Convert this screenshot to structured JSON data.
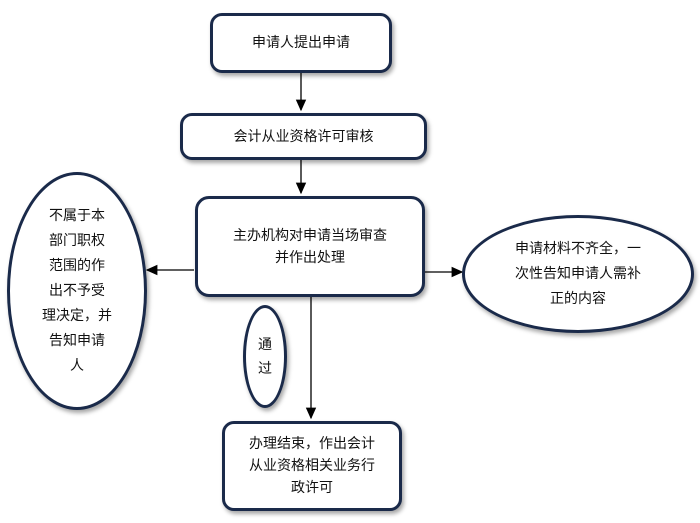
{
  "nodes": {
    "apply": "申请人提出申请",
    "review": "会计从业资格许可审核",
    "onsite": "主办机构对申请当场审查\n并作出处理",
    "reject": "不属于本\n部门职权\n范围的作\n出不予受\n理决定，并\n告知申请\n人",
    "supplement": "申请材料不齐全，一\n次性告知申请人需补\n正的内容",
    "pass": "通\n过",
    "finish": "办理结束，作出会计\n从业资格相关业务行\n政许可"
  }
}
